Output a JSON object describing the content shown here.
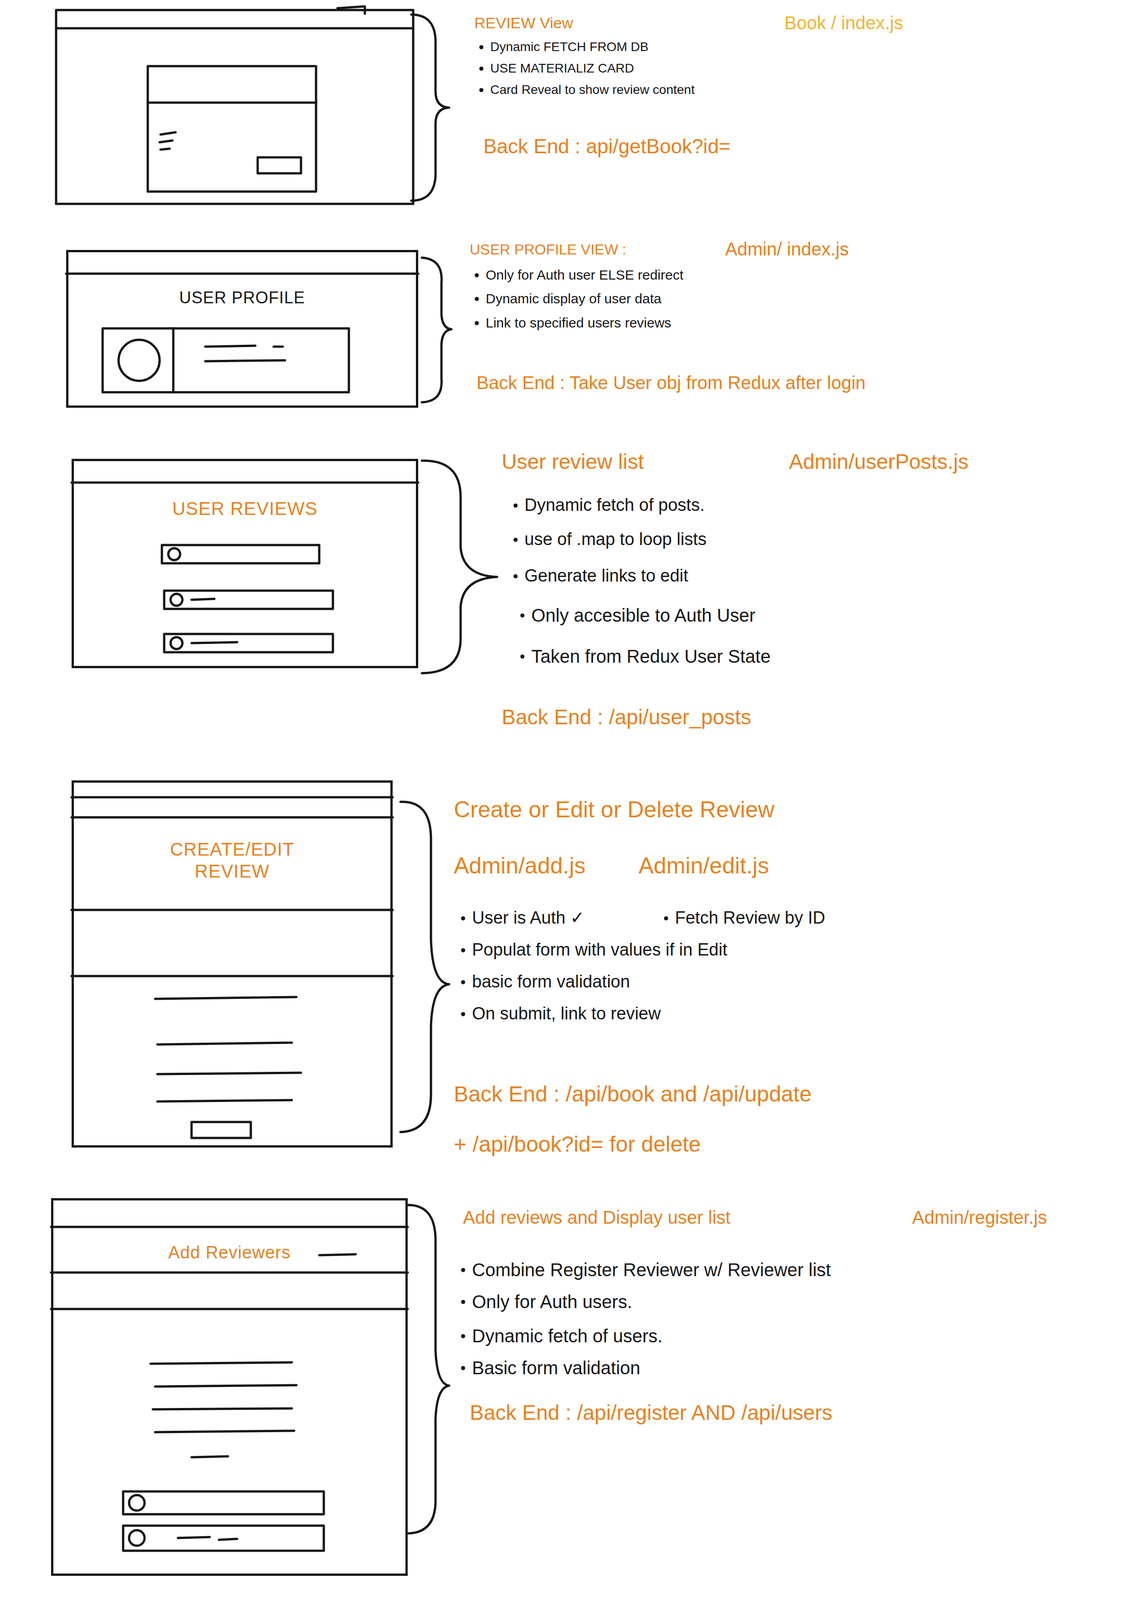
{
  "diagram": {
    "nodes": [
      {
        "text": [
          "USER PROFILE"
        ]
      },
      {
        "text": [
          "USER REVIEWS"
        ]
      },
      {
        "text": [
          "CREATE/EDIT REVIEW"
        ]
      },
      {
        "text": [
          "Add Reviewers"
        ]
      }
    ],
    "labels": [
      "REVIEW View",
      "Book / index.js",
      "Dynamic FETCH FROM DB",
      "USE MATERIALIZ CARD",
      "Card Reveal to show review content",
      "Back End : api/getBook?id=",
      "USER PROFILE VIEW :",
      "Admin/ index.js",
      "Only for Auth user ELSE redirect",
      "Dynamic display of user data",
      "Link to specified users reviews",
      "Back End : Take User obj from Redux after login",
      "User review list",
      "Admin/userPosts.js",
      "Dynamic fetch of posts.",
      "use of .map to loop lists",
      "Generate links to edit",
      "Only accesible to Auth User",
      "Taken from Redux User State",
      "Back End : /api/user_posts",
      "Create or Edit or Delete Review",
      "Admin/add.js",
      "Admin/edit.js",
      "User is Auth ✓",
      "Fetch Review by ID",
      "Populat form with values if in Edit",
      "basic form validation",
      "On submit, link to review",
      "Back End : /api/book and /api/update",
      "+ /api/book?id= for delete",
      "Add reviews and Display user list",
      "Admin/register.js",
      "Combine Register Reviewer w/ Reviewer list",
      "Only for Auth users.",
      "Dynamic fetch of users.",
      "Basic form validation",
      "Back End : /api/register AND /api/users"
    ]
  }
}
